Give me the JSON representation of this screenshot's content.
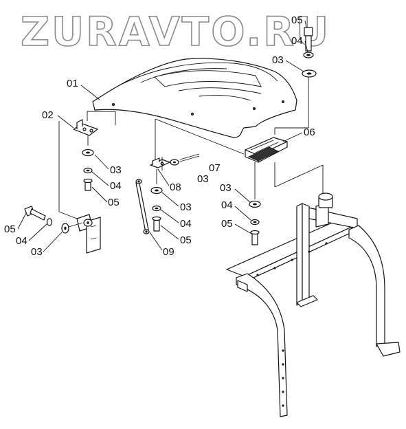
{
  "watermark": "ZURAVTO.RU",
  "callouts": {
    "c01": "01",
    "c02": "02",
    "c03_top": "03",
    "c04_top": "04",
    "c05_top": "05",
    "c06": "06",
    "c07": "07",
    "c08": "08",
    "c09": "09",
    "c03_a": "03",
    "c04_a": "04",
    "c05_a": "05",
    "c03_b": "03",
    "c04_b": "04",
    "c05_b": "05",
    "c03_c": "03",
    "c04_c": "04",
    "c05_c": "05",
    "c03_d": "03",
    "c04_d": "04",
    "c05_d": "05",
    "c03_e": "03"
  }
}
